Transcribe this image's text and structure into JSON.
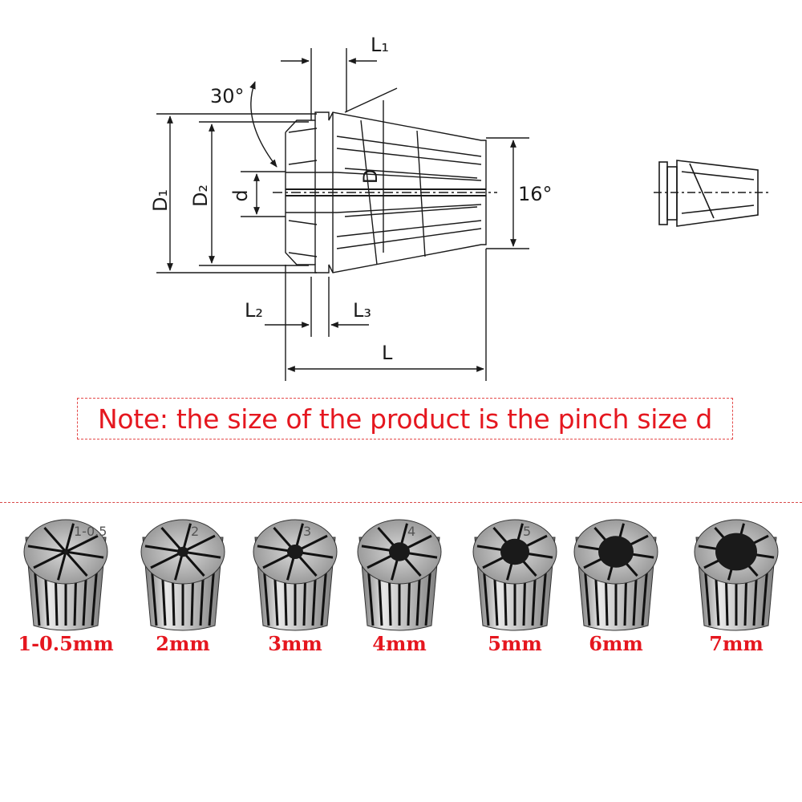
{
  "diagram": {
    "angle_top": "30°",
    "taper_angle": "16°",
    "labels": {
      "L1": "L₁",
      "L2": "L₂",
      "L3": "L₃",
      "L": "L",
      "D1": "D₁",
      "D2": "D₂",
      "D": "D",
      "d": "d"
    }
  },
  "note": "Note: the size of the product is the pinch size d",
  "collets": [
    {
      "label": "1-0.5mm",
      "engraving": "1-0.5"
    },
    {
      "label": "2mm",
      "engraving": "2"
    },
    {
      "label": "3mm",
      "engraving": "3"
    },
    {
      "label": "4mm",
      "engraving": "4"
    },
    {
      "label": "5mm",
      "engraving": "5"
    },
    {
      "label": "6mm",
      "engraving": ""
    },
    {
      "label": "7mm",
      "engraving": ""
    }
  ],
  "colors": {
    "accent_red": "#e5171f",
    "line": "#1a1a1a"
  }
}
